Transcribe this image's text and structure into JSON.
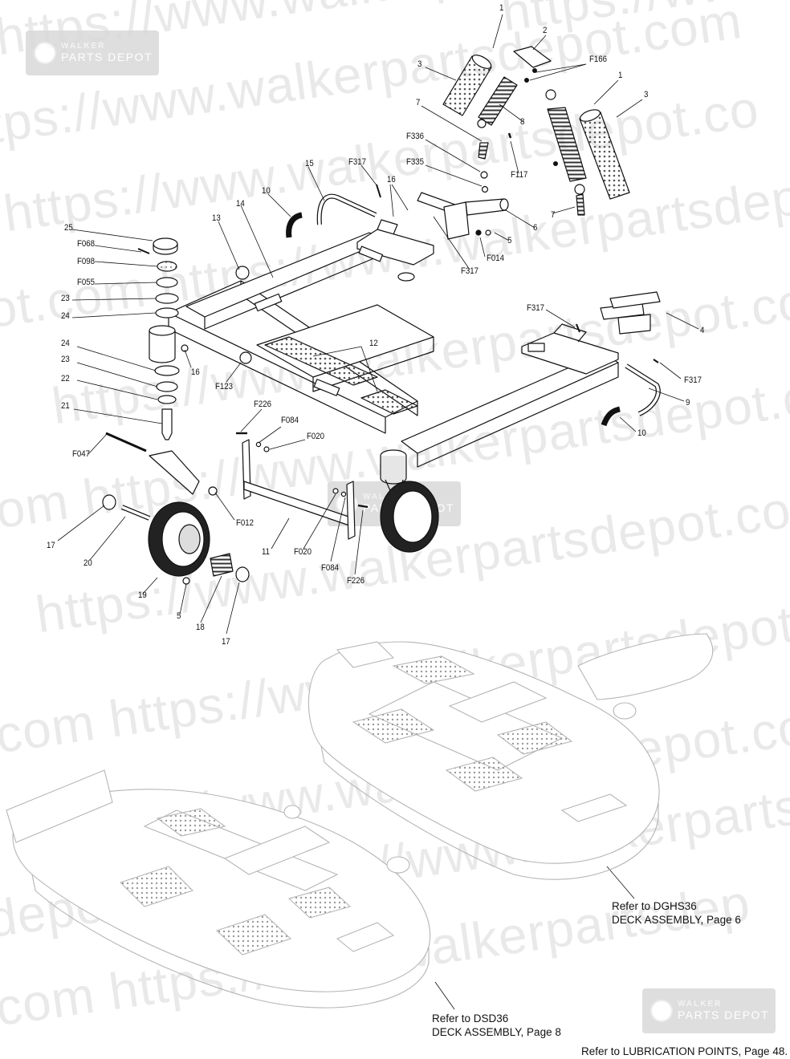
{
  "watermarks": [
    "https://www.walkerpartsdepot.com",
    "https://www.walkerpartsdepot.com",
    "tps://www.walkerpartsdepot.com",
    "https://www.walkerpartsdepot.co",
    "ot.com  https://www.walkerpartsdepot.com",
    "https://www.walkerpartsdepot.com  https",
    "om  https://www.walkerpartsdepot.com",
    "https://www.walkerpartsdepot.com",
    "com  https://www.walkerpartsdepot.com",
    "https://www.walkerpartsdepot.com",
    "depot.com  https://www.walkerpartsdepot",
    "com  https://www.walkerpartsdep"
  ],
  "logos": [
    {
      "line1": "WALKER",
      "line2": "PARTS DEPOT"
    },
    {
      "line1": "WALKER",
      "line2": "PARTS DEPOT"
    },
    {
      "line1": "WALKER",
      "line2": "PARTS DEPOT"
    }
  ],
  "callouts": [
    "1",
    "2",
    "3",
    "F166",
    "1",
    "3",
    "8",
    "7",
    "F336",
    "F335",
    "F117",
    "7",
    "F317",
    "15",
    "16",
    "10",
    "6",
    "5",
    "F014",
    "F317",
    "25",
    "F068",
    "F098",
    "F055",
    "23",
    "24",
    "13",
    "14",
    "F317",
    "4",
    "24",
    "23",
    "22",
    "21",
    "16",
    "F123",
    "12",
    "F317",
    "9",
    "F226",
    "F084",
    "F020",
    "F047",
    "10",
    "F012",
    "17",
    "20",
    "11",
    "F020",
    "F084",
    "F226",
    "19",
    "5",
    "18",
    "17"
  ],
  "references": {
    "dghs": {
      "line1": "Refer to DGHS36",
      "line2": "DECK ASSEMBLY, Page 6"
    },
    "dsd": {
      "line1": "Refer to DSD36",
      "line2": "DECK ASSEMBLY, Page 8"
    },
    "lube": "Refer to LUBRICATION POINTS, Page 48."
  },
  "colors": {
    "line": "#111111",
    "deck_line": "#b5b5b5",
    "watermark": "#cfcfcf"
  }
}
